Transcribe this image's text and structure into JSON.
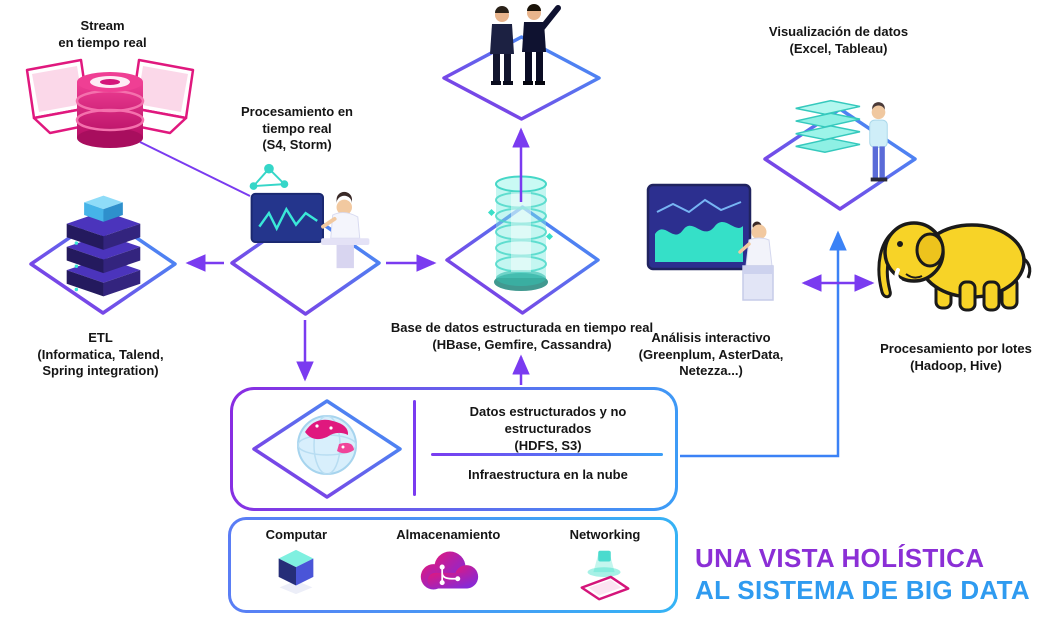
{
  "title": {
    "line1": "UNA VISTA HOLÍSTICA",
    "line2": "AL SISTEMA DE BIG DATA"
  },
  "labels": {
    "stream": {
      "l1": "Stream",
      "l2": "en tiempo real"
    },
    "procesamiento_rt": {
      "l1": "Procesamiento en",
      "l2": "tiempo real",
      "l3": "(S4, Storm)"
    },
    "etl": {
      "l1": "ETL",
      "l2": "(Informatica, Talend,",
      "l3": "Spring integration)"
    },
    "base_datos": {
      "l1": "Base de datos estructurada en tiempo real",
      "l2": "(HBase, Gemfire, Cassandra)"
    },
    "visualizacion": {
      "l1": "Visualización de datos",
      "l2": "(Excel, Tableau)"
    },
    "analisis": {
      "l1": "Análisis interactivo",
      "l2": "(Greenplum, AsterData,",
      "l3": "Netezza...)"
    },
    "lotes": {
      "l1": "Procesamiento por lotes",
      "l2": "(Hadoop, Hive)"
    }
  },
  "cloud_box": {
    "datos_l1": "Datos estructurados y no estructurados",
    "datos_l2": "(HDFS, S3)",
    "infra": "Infraestructura en la nube"
  },
  "infra_box": {
    "computar": "Computar",
    "almacenamiento": "Almacenamiento",
    "networking": "Networking"
  },
  "icons": {
    "stream": "laptops-database-illustration",
    "etl": "server-stack-icon",
    "procesamiento": "analyst-monitor-illustration",
    "consumo": "business-people-illustration",
    "base_datos": "glass-data-tower-icon",
    "analisis": "dashboard-analyst-illustration",
    "visualizacion": "stacked-reports-person-illustration",
    "lotes": "hadoop-elephant-icon",
    "nube": "globe-icon",
    "computar": "cube-icon",
    "almacenamiento": "cloud-storage-icon",
    "networking": "phone-hologram-icon"
  },
  "colors": {
    "purple": "#7a3bf0",
    "blue": "#3b9ef7",
    "magenta": "#e0187e",
    "teal": "#3ae0c8",
    "yellow": "#f7d327",
    "title_purple": "#8b2fd6",
    "title_blue": "#2f9bf0",
    "text": "#151515"
  }
}
